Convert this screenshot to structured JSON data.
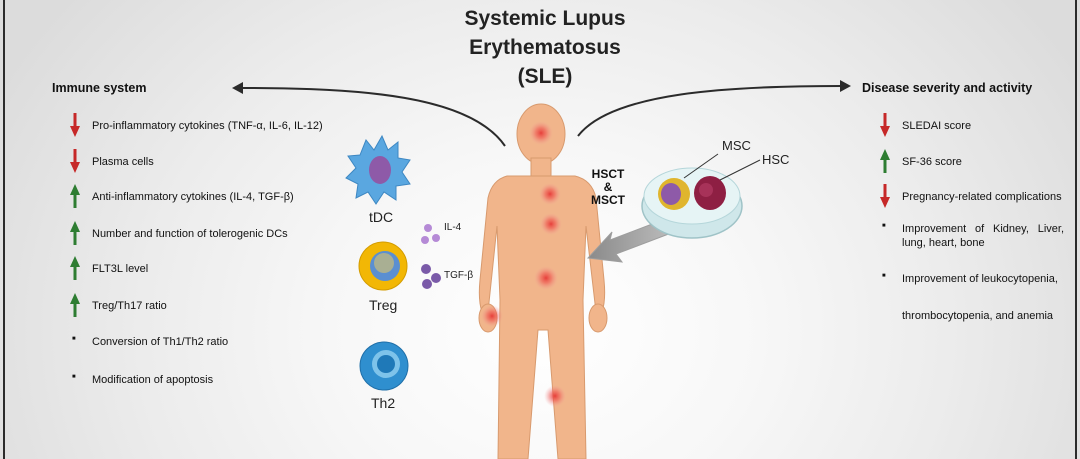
{
  "title_lines": [
    "Systemic Lupus",
    "Erythematosus",
    "(SLE)"
  ],
  "left_panel": {
    "heading": "Immune system",
    "items": [
      {
        "text": "Pro-inflammatory cytokines (TNF-α, IL-6, IL-12)",
        "marker": "arrow-down"
      },
      {
        "text": "Plasma cells",
        "marker": "arrow-down"
      },
      {
        "text": "Anti-inflammatory cytokines (IL-4, TGF-β)",
        "marker": "arrow-up"
      },
      {
        "text": "Number and function of tolerogenic DCs",
        "marker": "arrow-up"
      },
      {
        "text": "FLT3L level",
        "marker": "arrow-up"
      },
      {
        "text": "Treg/Th17 ratio",
        "marker": "arrow-up"
      },
      {
        "text": "Conversion of Th1/Th2 ratio",
        "marker": "bullet"
      },
      {
        "text": "Modification of apoptosis",
        "marker": "bullet"
      }
    ]
  },
  "right_panel": {
    "heading": "Disease severity and activity",
    "items": [
      {
        "text": "SLEDAI score",
        "marker": "arrow-down"
      },
      {
        "text": "SF-36 score",
        "marker": "arrow-up"
      },
      {
        "text": "Pregnancy-related complications",
        "marker": "arrow-down"
      },
      {
        "text": "Improvement of Kidney, Liver, lung, heart, bone",
        "marker": "bullet"
      },
      {
        "text": "Improvement of leukocytopenia,",
        "marker": "bullet"
      },
      {
        "text": "thrombocytopenia, and anemia",
        "marker": "none"
      }
    ]
  },
  "cells": {
    "tdc": "tDC",
    "treg": "Treg",
    "th2": "Th2",
    "il4": "IL-4",
    "tgfb": "TGF-β"
  },
  "therapy": {
    "line1": "HSCT",
    "line2": "&",
    "line3": "MSCT",
    "msc": "MSC",
    "hsc": "HSC"
  },
  "colors": {
    "arrow_down": "#c62828",
    "arrow_up": "#2e7d32",
    "skin": "#f1b58b",
    "inflammation": "#e53935",
    "tdc_body": "#5aa7e0",
    "tdc_nucleus": "#8e5aa8",
    "treg_body": "#f2b705",
    "treg_inner": "#5b8fd1",
    "th2_body": "#2f8fcf",
    "cytokine": "#8e63b7",
    "dish": "#d6ecee",
    "msc_cell": "#e0b52d",
    "hsc_cell": "#8e1f43"
  }
}
